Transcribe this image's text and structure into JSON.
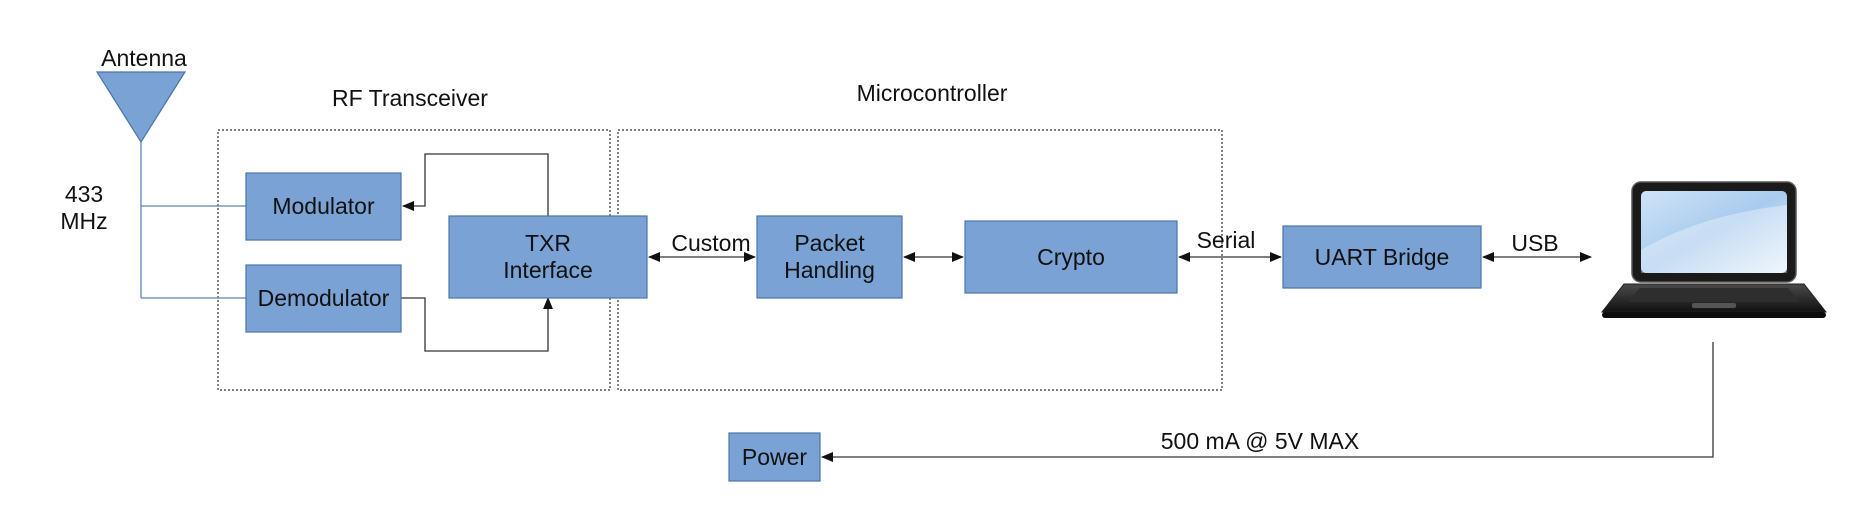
{
  "labels": {
    "antenna": "Antenna",
    "frequency_line1": "433",
    "frequency_line2": "MHz",
    "rf_transceiver": "RF Transceiver",
    "microcontroller": "Microcontroller",
    "custom": "Custom",
    "serial": "Serial",
    "usb": "USB",
    "power_note": "500 mA @ 5V MAX"
  },
  "blocks": {
    "modulator": "Modulator",
    "demodulator": "Demodulator",
    "txr_line1": "TXR",
    "txr_line2": "Interface",
    "packet_line1": "Packet",
    "packet_line2": "Handling",
    "crypto": "Crypto",
    "uart_bridge": "UART Bridge",
    "power": "Power"
  },
  "colors": {
    "block_fill": "#7aa2d4",
    "block_border": "#4a75aa",
    "line": "#333333"
  }
}
